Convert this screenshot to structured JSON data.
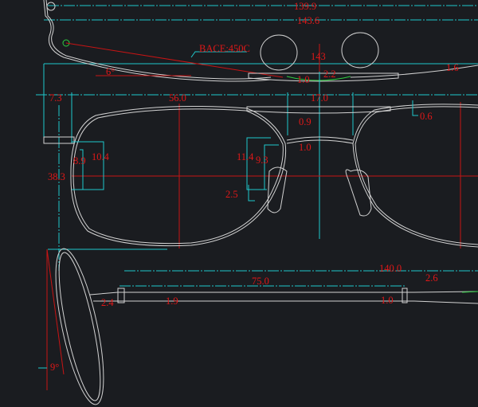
{
  "drawing": {
    "material_note": "BACE:450C",
    "colors": {
      "background": "#1a1c20",
      "dimension_line": "#1fc8cc",
      "dimension_text": "#e01818",
      "geometry": "#d2d2d2"
    },
    "top_view": {
      "overall_width_1": "139.9",
      "overall_width_2": "143.6",
      "overall_width_3": "143",
      "face_angle": "6°",
      "bridge_height": "2.2",
      "bridge_thickness": "1.0",
      "temple_offset": "1.6"
    },
    "front_view": {
      "endpiece": "7.3",
      "lens_width": "56.0",
      "bridge_width": "17.0",
      "rim_thickness": "0.6",
      "top_bar_gap": "0.9",
      "bridge_wire": "1.0",
      "pad_height_outer": "11.4",
      "pad_height_inner": "9.3",
      "hinge_height_inner": "8.9",
      "hinge_height_outer": "10.4",
      "lens_height": "38.3",
      "pad_offset": "2.5"
    },
    "side_view": {
      "temple_length": "140.0",
      "temple_straight": "75.0",
      "tip_thickness": "2.6",
      "hinge_thickness": "2.4",
      "temple_thickness": "1.9",
      "temple_end_thickness": "1.0",
      "pantoscopic_angle": "9°"
    }
  }
}
